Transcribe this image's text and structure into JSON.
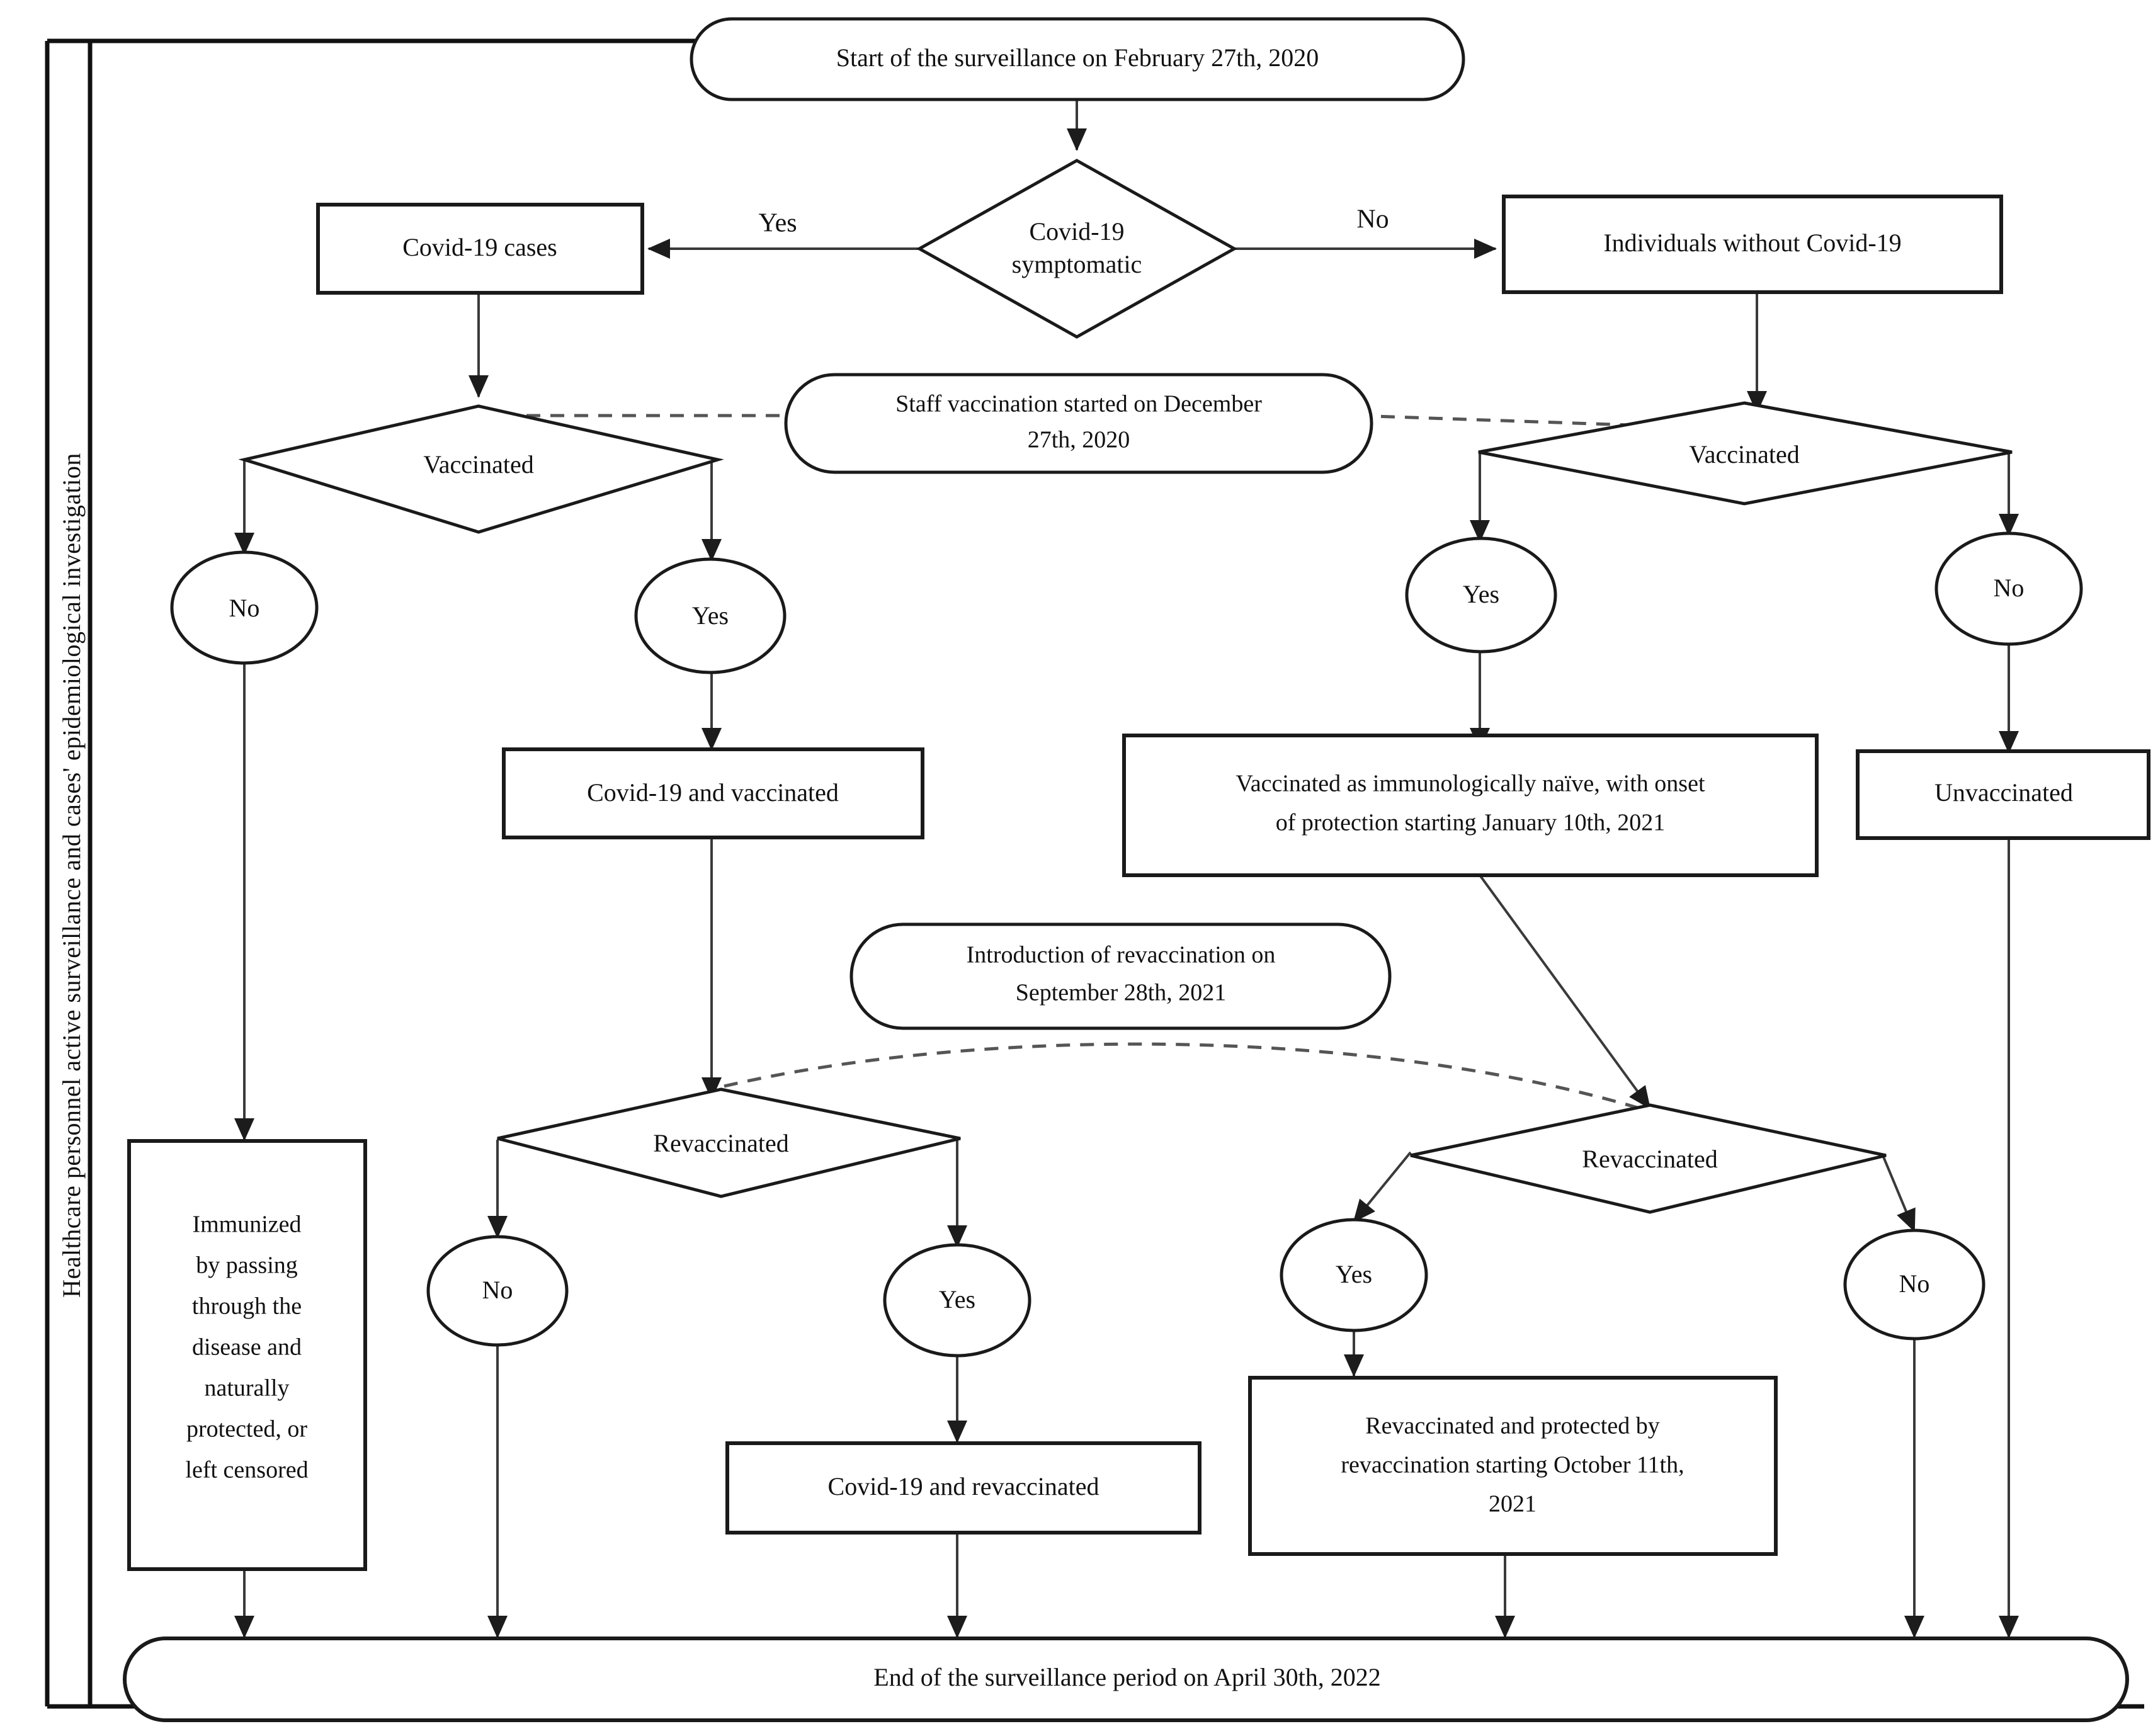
{
  "diagram": {
    "title_sidebar": "Healthcare personnel active surveillance and cases' epidemiological investigation",
    "colors": {
      "stroke": "#1a1a1a",
      "edge": "#3a3a3a",
      "dashed_edge": "#555555",
      "background": "#ffffff"
    },
    "nodes": {
      "start": {
        "label": "Start of the surveillance on February 27th, 2020",
        "shape": "stadium"
      },
      "symptomatic": {
        "line1": "Covid-19",
        "line2": "symptomatic",
        "shape": "diamond"
      },
      "covid_cases": {
        "label": "Covid-19 cases",
        "shape": "rect"
      },
      "no_covid": {
        "label": "Individuals without Covid-19",
        "shape": "rect"
      },
      "staff_vaccination": {
        "line1": "Staff vaccination started on December",
        "line2": "27th, 2020",
        "shape": "stadium"
      },
      "vaccinated_left": {
        "label": "Vaccinated",
        "shape": "diamond"
      },
      "vaccinated_right": {
        "label": "Vaccinated",
        "shape": "diamond"
      },
      "vl_no": {
        "label": "No",
        "shape": "ellipse"
      },
      "vl_yes": {
        "label": "Yes",
        "shape": "ellipse"
      },
      "vr_yes": {
        "label": "Yes",
        "shape": "ellipse"
      },
      "vr_no": {
        "label": "No",
        "shape": "ellipse"
      },
      "covid_and_vaccinated": {
        "label": "Covid-19 and vaccinated",
        "shape": "rect"
      },
      "naive_vaccinated": {
        "line1": "Vaccinated as immunologically naïve, with onset",
        "line2": "of protection starting January 10th, 2021",
        "shape": "rect"
      },
      "unvaccinated": {
        "label": "Unvaccinated",
        "shape": "rect"
      },
      "revacc_intro": {
        "line1": "Introduction of revaccination on",
        "line2": "September 28th, 2021",
        "shape": "stadium"
      },
      "revaccinated_left": {
        "label": "Revaccinated",
        "shape": "diamond"
      },
      "revaccinated_right": {
        "label": "Revaccinated",
        "shape": "diamond"
      },
      "rl_no": {
        "label": "No",
        "shape": "ellipse"
      },
      "rl_yes": {
        "label": "Yes",
        "shape": "ellipse"
      },
      "rr_yes": {
        "label": "Yes",
        "shape": "ellipse"
      },
      "rr_no": {
        "label": "No",
        "shape": "ellipse"
      },
      "immunized": {
        "shape": "rect",
        "lines": [
          "Immunized",
          "by passing",
          "through the",
          "disease and",
          "naturally",
          "protected, or",
          "left censored"
        ]
      },
      "covid_and_revaccinated": {
        "label": "Covid-19 and revaccinated",
        "shape": "rect"
      },
      "revacc_protected": {
        "shape": "rect",
        "line1": "Revaccinated and protected by",
        "line2": "revaccination starting October 11th,",
        "line3": "2021"
      },
      "end": {
        "label": "End of the surveillance period on April 30th, 2022",
        "shape": "stadium"
      }
    },
    "edge_labels": {
      "yes_branch": "Yes",
      "no_branch": "No"
    }
  }
}
